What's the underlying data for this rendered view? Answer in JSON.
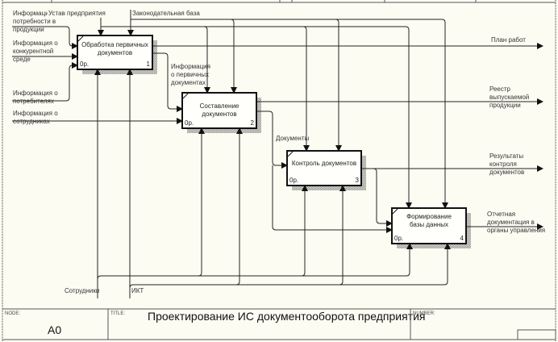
{
  "diagram": {
    "title": "Проектирование ИС документооборота предприятия",
    "node_label": "NODE:",
    "node_value": "A0",
    "title_label": "TITLE:",
    "number_label": "NUMBER:",
    "boxes": [
      {
        "id": "1",
        "title": "Обработка первичных\nдокументов",
        "cost": "0р.",
        "number": "1"
      },
      {
        "id": "2",
        "title": "Составление документов",
        "cost": "0р.",
        "number": "2"
      },
      {
        "id": "3",
        "title": "Контроль документов",
        "cost": "0р.",
        "number": "3"
      },
      {
        "id": "4",
        "title": "Формирование\nбазы данных",
        "cost": "0р.",
        "number": "4"
      }
    ],
    "inputs": [
      {
        "label": "Информация о\nпотребности в\nпродукции"
      },
      {
        "label": "Информация о\nконкурентной\nсреде"
      },
      {
        "label": "Информация о\nпотребителях"
      },
      {
        "label": "Информация о\nсотрудниках"
      }
    ],
    "controls": [
      {
        "label": "Устав предприятия"
      },
      {
        "label": "Законодательная база"
      }
    ],
    "mechanisms": [
      {
        "label": "Сотрудники"
      },
      {
        "label": "ИКТ"
      }
    ],
    "internal": [
      {
        "label": "Информация\nо первичных\nдокументах"
      },
      {
        "label": "Документы"
      }
    ],
    "outputs": [
      {
        "label": "План работ"
      },
      {
        "label": "Реестр\nвыпускаемой\nпродукции"
      },
      {
        "label": "Результаты\nконтроля\nдокументов"
      },
      {
        "label": "Отчетная\nдокументация в\nорганы управления"
      }
    ],
    "colors": {
      "background": "#fdfcf3",
      "line": "#222222",
      "shadow": "#9a9a9a",
      "box_fill": "#fffffb"
    }
  }
}
